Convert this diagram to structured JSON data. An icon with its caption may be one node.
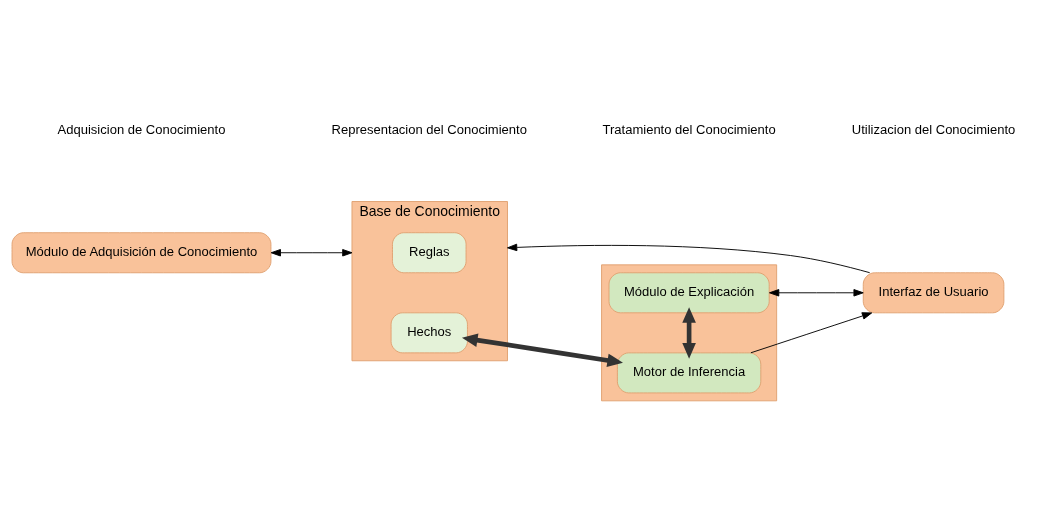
{
  "diagram": {
    "nodes": [
      {
        "text": [
          "Módulo de Adquisición de Conocimiento"
        ]
      },
      {
        "text": [
          "Base de Conocimiento"
        ]
      },
      {
        "text": [
          "Reglas"
        ],
        "in": 1
      },
      {
        "text": [
          "Hechos"
        ],
        "in": 1
      },
      {
        "text": [],
        "shape": "box"
      },
      {
        "text": [
          "Módulo de Explicación"
        ],
        "in": 4
      },
      {
        "text": [
          "Motor de Inferencia"
        ],
        "in": 4
      },
      {
        "text": [
          "Interfaz de Usuario"
        ]
      }
    ],
    "edges": [
      {
        "from": 1,
        "to": 0,
        "arrow": "both"
      },
      {
        "from": 3,
        "to": 6,
        "arrow": "both",
        "style": "thick",
        "color": "#333333"
      },
      {
        "from": 5,
        "to": 6,
        "arrow": "both",
        "style": "thick",
        "color": "#333333"
      },
      {
        "from": 5,
        "to": 7,
        "arrow": "both"
      },
      {
        "from": 6,
        "to": 7,
        "arrow": "to"
      },
      {
        "from": 7,
        "to": 1,
        "arrow": "to"
      }
    ],
    "labels": [
      "Adquisicion de Conocimiento",
      "Representacion del Conocimiento",
      "Tratamiento del Conocimiento",
      "Utilizacion del Conocimiento"
    ]
  }
}
